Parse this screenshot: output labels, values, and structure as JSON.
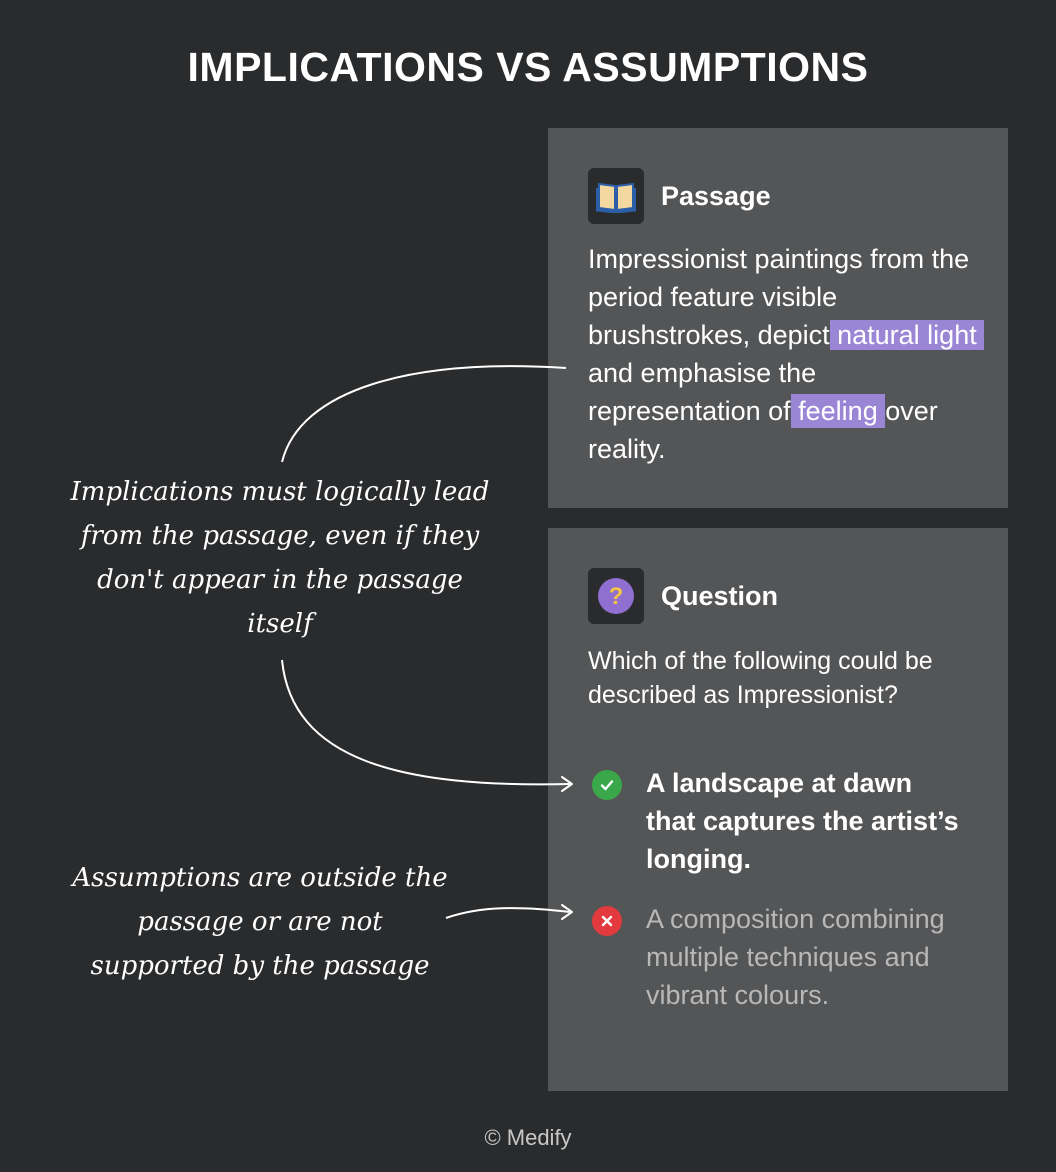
{
  "title": "IMPLICATIONS VS ASSUMPTIONS",
  "passage": {
    "label": "Passage",
    "icon": "open-book-icon",
    "text_before": "Impressionist paintings from the period feature visible brushstrokes, depict ",
    "highlight_1": "natural light",
    "text_middle": " and emphasise the representation of ",
    "highlight_2": "feeling",
    "text_after": " over reality."
  },
  "question": {
    "label": "Question",
    "icon": "question-mark-icon",
    "text": "Which of the following could be described as Impressionist?",
    "options": [
      {
        "text": "A landscape at dawn that captures the artist’s longing.",
        "status": "correct"
      },
      {
        "text": "A composition combining multiple techniques and vibrant colours.",
        "status": "incorrect"
      }
    ]
  },
  "notes": {
    "implications": "Implications must logically lead from the passage, even if they don't appear in the passage itself",
    "assumptions": "Assumptions are outside the passage or are not supported by the passage"
  },
  "footer": "© Medify",
  "colors": {
    "background": "#2a2b2d",
    "card": "#545556",
    "highlight": "#9b86d6",
    "correct": "#3aa84a",
    "incorrect": "#e23a3f"
  }
}
